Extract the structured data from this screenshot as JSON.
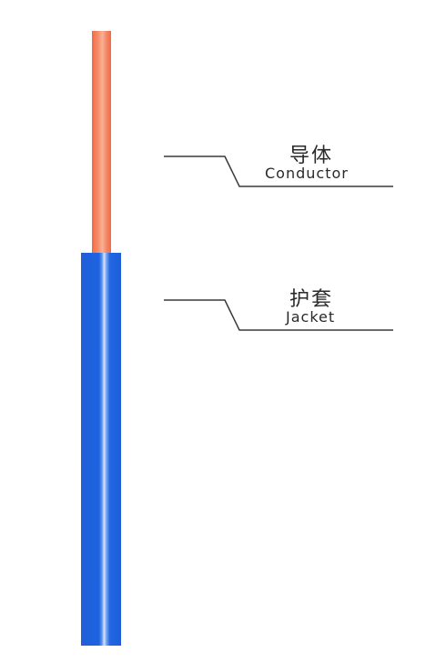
{
  "parts": [
    {
      "label_cn": "导体",
      "label_en": "Conductor",
      "color": "#F47D57"
    },
    {
      "label_cn": "护套",
      "label_en": "Jacket",
      "color": "#1E63E0"
    }
  ]
}
